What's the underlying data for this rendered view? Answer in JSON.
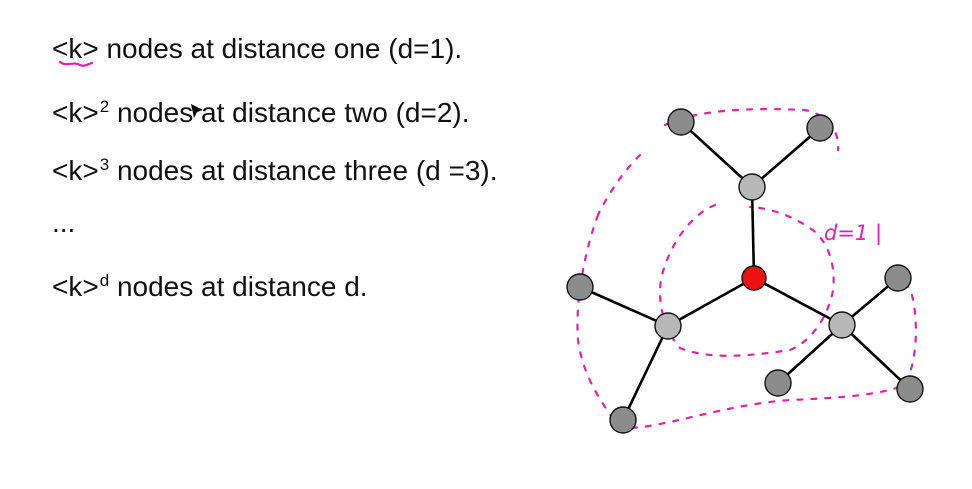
{
  "lines": {
    "l1": {
      "text": "<k> nodes at distance one (d=1)."
    },
    "l2": {
      "pre": "<k>",
      "sup": "2",
      "text": " nodes at distance two (d=2)."
    },
    "l3": {
      "pre": "<k>",
      "sup": "3",
      "text": " nodes at distance three (d =3)."
    },
    "l4": {
      "text": "..."
    },
    "l5": {
      "pre": "<k>",
      "sup": "d",
      "text": " nodes at distance d."
    }
  },
  "annotation": {
    "text": "d=1 |"
  },
  "colors": {
    "root_node": "#ee1111",
    "level1_node": "#b8b8b8",
    "level2_node": "#8c8c8c",
    "ink": "#e020b0"
  }
}
